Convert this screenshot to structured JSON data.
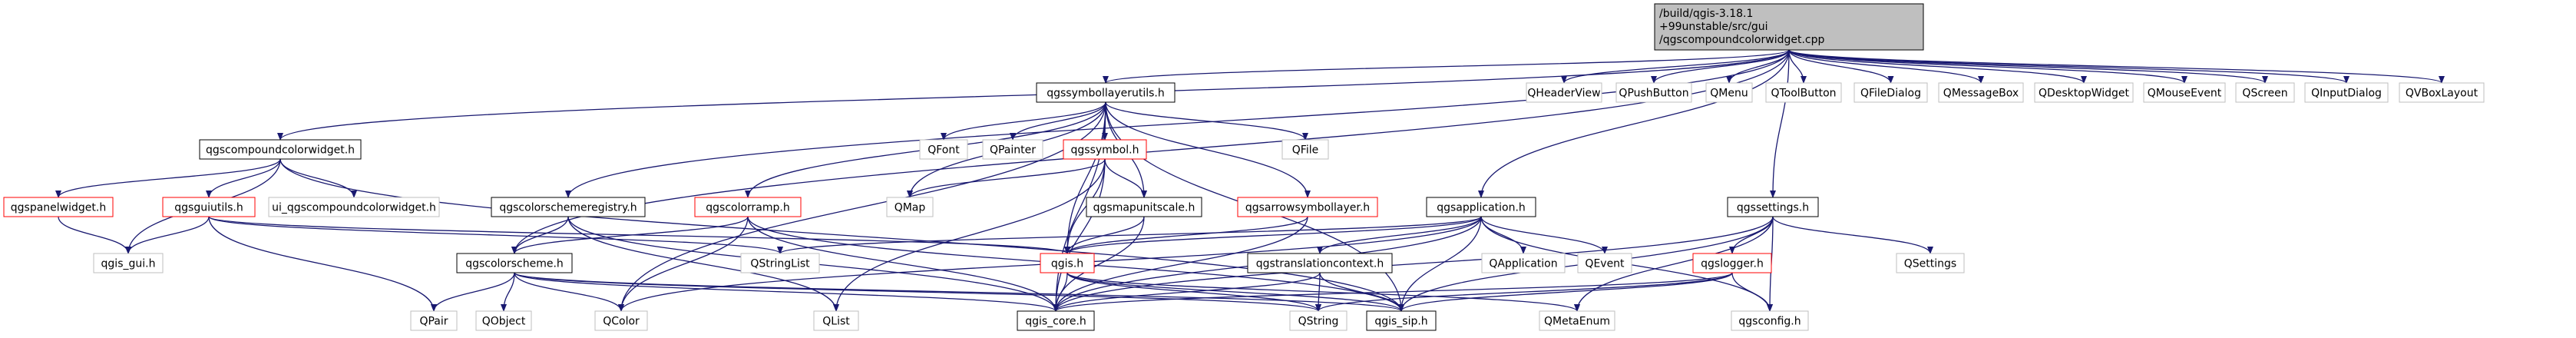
{
  "graph": {
    "root": [
      "/build/qgis-3.18.1",
      "+99unstable/src/gui",
      "/qgscompoundcolorwidget.cpp"
    ],
    "nodes": {
      "QHeaderView": "QHeaderView",
      "QPushButton": "QPushButton",
      "QMenu": "QMenu",
      "QToolButton": "QToolButton",
      "QFileDialog": "QFileDialog",
      "QMessageBox": "QMessageBox",
      "QDesktopWidget": "QDesktopWidget",
      "QMouseEvent": "QMouseEvent",
      "QScreen": "QScreen",
      "QInputDialog": "QInputDialog",
      "QVBoxLayout": "QVBoxLayout",
      "qgssymbollayerutils_h": "qgssymbollayerutils.h",
      "qgscompoundcolorwidget_h": "qgscompoundcolorwidget.h",
      "QFont": "QFont",
      "QPainter": "QPainter",
      "qgssymbol_h": "qgssymbol.h",
      "QFile": "QFile",
      "qgspanelwidget_h": "qgspanelwidget.h",
      "qgsguiutils_h": "qgsguiutils.h",
      "ui_qgscompoundcolorwidget_h": "ui_qgscompoundcolorwidget.h",
      "qgscolorschemeregistry_h": "qgscolorschemeregistry.h",
      "qgscolorramp_h": "qgscolorramp.h",
      "QMap": "QMap",
      "qgsmapunitscale_h": "qgsmapunitscale.h",
      "qgsarrowsymbollayer_h": "qgsarrowsymbollayer.h",
      "qgsapplication_h": "qgsapplication.h",
      "qgssettings_h": "qgssettings.h",
      "QSettings": "QSettings",
      "qgis_gui_h": "qgis_gui.h",
      "QStringList": "QStringList",
      "qgis_h": "qgis.h",
      "QApplication": "QApplication",
      "QEvent": "QEvent",
      "qgstranslationcontext_h": "qgstranslationcontext.h",
      "qgslogger_h": "qgslogger.h",
      "qgscolorscheme_h": "qgscolorscheme.h",
      "QPair": "QPair",
      "QObject": "QObject",
      "QColor": "QColor",
      "QList": "QList",
      "qgis_core_h": "qgis_core.h",
      "QString": "QString",
      "qgis_sip_h": "qgis_sip.h",
      "QMetaEnum": "QMetaEnum",
      "qgsconfig_h": "qgsconfig.h"
    }
  }
}
